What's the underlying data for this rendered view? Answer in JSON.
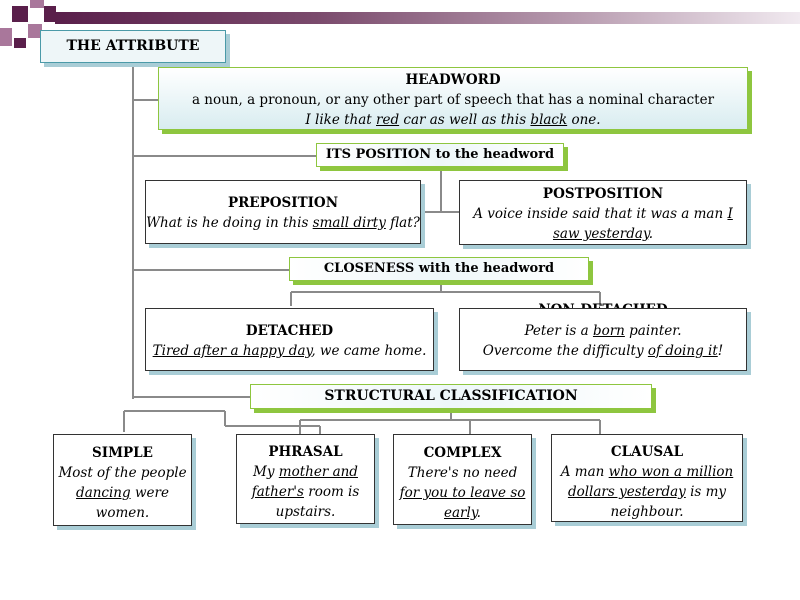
{
  "decor": {
    "primary": "#5a1f4b",
    "secondary": "#a9779b",
    "accent_green": "#8ec63f",
    "accent_blue": "#a9cdd6"
  },
  "attribute": {
    "title": "THE ATTRIBUTE"
  },
  "headword": {
    "title": "HEADWORD",
    "definition": "a noun, a pronoun, or any other part of speech that has a nominal character",
    "ex_1": "I like that ",
    "ex_u1": "red",
    "ex_2": " car as well as this ",
    "ex_u2": "black",
    "ex_3": " one."
  },
  "position": {
    "title": "ITS POSITION to the headword"
  },
  "preposition": {
    "title": "PREPOSITION",
    "ex_1": "What is he doing in this ",
    "ex_u": "small dirty",
    "ex_2": " flat?"
  },
  "postposition": {
    "title": "POSTPOSITION",
    "ex_1": "A voice inside said that it was a man ",
    "ex_u": "I saw yesterday",
    "ex_2": "."
  },
  "closeness": {
    "title": "CLOSENESS with the headword"
  },
  "detached": {
    "title": "DETACHED",
    "ex_u": "Tired after a happy day",
    "ex_1": ", we came home."
  },
  "non_detached": {
    "title": "NON-DETACHED",
    "line1_a": "Peter is a ",
    "line1_u": "born",
    "line1_b": " painter.",
    "line2_a": "Overcome the difficulty ",
    "line2_u": "of doing it",
    "line2_b": "!"
  },
  "structural": {
    "title": "STRUCTURAL CLASSIFICATION"
  },
  "simple": {
    "title": "SIMPLE",
    "ex_1": "Most of the people ",
    "ex_u": "dancing",
    "ex_2": " were women."
  },
  "phrasal": {
    "title": "PHRASAL",
    "ex_1": "My ",
    "ex_u": "mother and father's",
    "ex_2": " room is upstairs."
  },
  "complex": {
    "title": "COMPLEX",
    "ex_1": "There's no need ",
    "ex_u": "for you to leave so early",
    "ex_2": "."
  },
  "clausal": {
    "title": "CLAUSAL",
    "ex_1": "A man ",
    "ex_u": "who won a million dollars yesterday",
    "ex_2": " is my neighbour."
  }
}
